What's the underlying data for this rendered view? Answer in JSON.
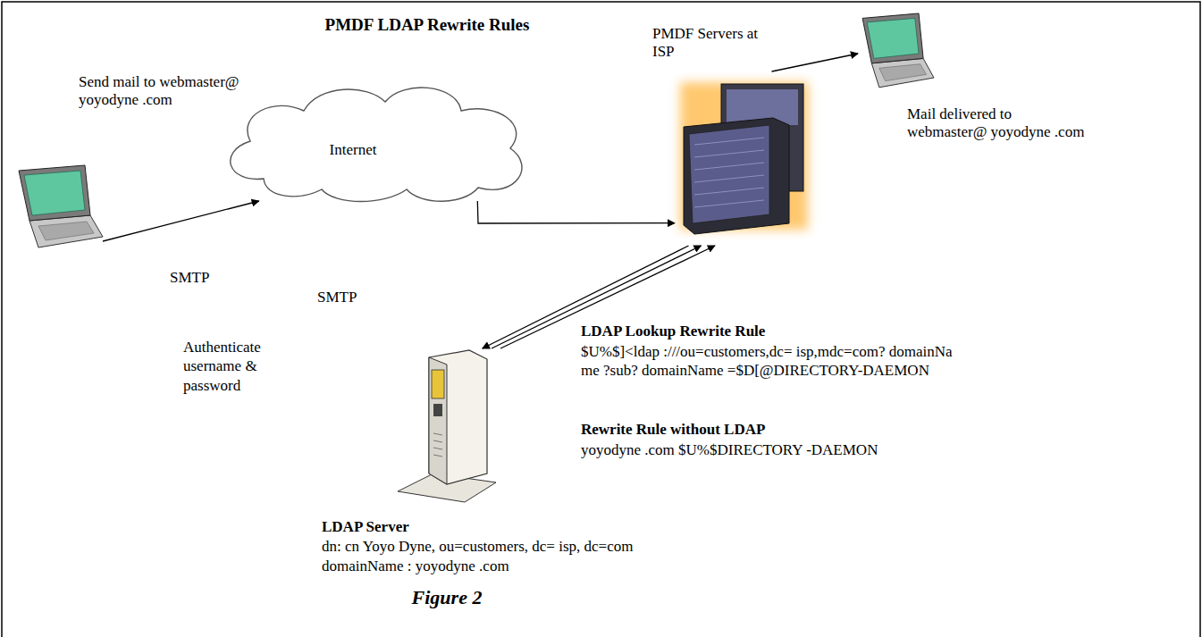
{
  "diagram": {
    "title": "PMDF LDAP Rewrite Rules",
    "caption": "Figure 2",
    "nodes": [
      {
        "text": [
          "Send mail to webmaster@ yoyodyne .com"
        ]
      },
      {
        "text": [
          "Internet"
        ]
      },
      {
        "text": [
          "PMDF Servers at ISP"
        ]
      },
      {
        "text": [
          "Mail delivered to webmaster@ yoyodyne .com"
        ]
      },
      {
        "text": [
          "LDAP Server",
          "dn: cn Yoyo Dyne, ou=customers, dc= isp, dc=com",
          "domainName : yoyodyne .com"
        ]
      }
    ],
    "edges": [
      {
        "from": 0,
        "to": 1,
        "arrow": "to"
      },
      {
        "from": 1,
        "to": 2,
        "arrow": "to"
      },
      {
        "from": 2,
        "to": 3,
        "arrow": "to"
      },
      {
        "from": 2,
        "to": 4,
        "arrow": "to"
      },
      {
        "from": 4,
        "to": 2,
        "arrow": "to"
      },
      {
        "from": 4,
        "to": 2,
        "arrow": "to"
      }
    ],
    "labels": [
      "SMTP",
      "SMTP",
      "Authenticate username & password",
      "LDAP Lookup Rewrite Rule",
      "$U%$]<ldap :///ou=customers,dc= isp,mdc=com? domainName ?sub? domainName =$D[@DIRECTORY-DAEMON",
      "Rewrite Rule without LDAP",
      "yoyodyne .com $U%$DIRECTORY -DAEMON"
    ]
  }
}
